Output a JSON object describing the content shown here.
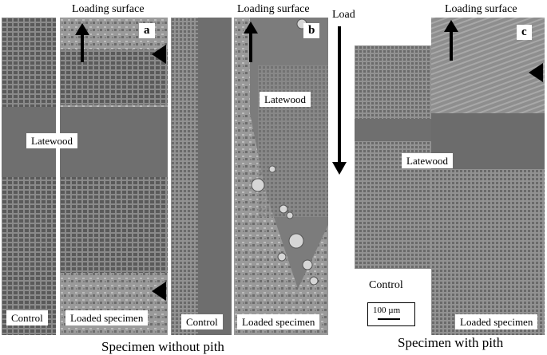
{
  "panels": {
    "a": {
      "letter": "a",
      "top_label": "Loading surface",
      "band_label": "Latewood",
      "left_box": "Control",
      "right_box": "Loaded specimen"
    },
    "b": {
      "letter": "b",
      "top_label": "Loading surface",
      "band_label": "Latewood",
      "left_box": "Control",
      "right_box": "Loaded specimen"
    },
    "c": {
      "letter": "c",
      "top_label": "Loading surface",
      "load_label": "Load",
      "band_label": "Latewood",
      "control_label": "Control",
      "right_box": "Loaded specimen",
      "scale_label": "100 µm"
    }
  },
  "captions": {
    "left": "Specimen without pith",
    "right": "Specimen with pith"
  },
  "colors": {
    "background": "#ffffff",
    "latewood_band": "#6f6f6f",
    "earlywood": "#8c8c8c",
    "arrow": "#000000"
  }
}
